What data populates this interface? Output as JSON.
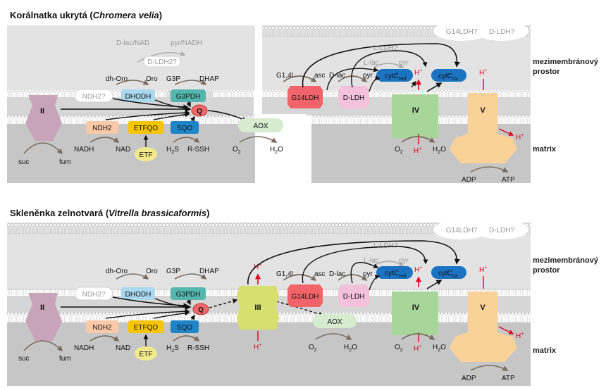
{
  "panel1": {
    "title_normal": "Korálnatka ukrytá (",
    "title_italic": "Chromera velia",
    "title_close": ")"
  },
  "panel2": {
    "title_normal": "Skleněnka zelnotvará (",
    "title_italic": "Vitrella brassicaformis",
    "title_close": ")"
  },
  "side_labels": {
    "ims_line1": "mezimembránový",
    "ims_line2": "prostor",
    "matrix": "matrix"
  },
  "complexes": {
    "ii": "II",
    "iii": "III",
    "iv": "IV",
    "v": "V"
  },
  "enzymes": {
    "ndh2q": "NDH2?",
    "dhodh": "DHODH",
    "g3pdh": "G3PDH",
    "q": "Q",
    "ndh2": "NDH2",
    "etfqo": "ETFQO",
    "sqo": "SQO",
    "etf": "ETF",
    "aox": "AOX",
    "g14ldh": "G14LDH",
    "dldh": "D-LDH",
    "cytc_red": "cytC",
    "red_sub": "red",
    "cytc_ox": "cytC",
    "ox_sub": "ox"
  },
  "metabolites": {
    "dlac_nad": "D-lac/NAD",
    "pyr_nadh": "pyr/NADH",
    "dldh2q": "D-LDH2?",
    "dh_oro": "dh-Oro",
    "oro": "Oro",
    "g3p": "G3P",
    "dhap": "DHAP",
    "suc": "suc",
    "fum": "fum",
    "nadh": "NADH",
    "nad": "NAD",
    "h2s_h": "H",
    "h2s_2": "2",
    "h2s_s": "S",
    "rssh": "R-SSH",
    "o2_o": "O",
    "o2_2": "2",
    "h2o_h": "H",
    "h2o_2": "2",
    "h2o_o": "O",
    "g14l": "G1,4L",
    "asc": "asc",
    "dlac": "D-lac",
    "pyr": "pyr",
    "lldhq": "L-LDH?",
    "llac": "L-lac",
    "g14ldhq": "G14LDH?",
    "dldhq": "D-LDH?",
    "hplus": "H",
    "plus": "+",
    "adp": "ADP",
    "atp": "ATP"
  },
  "colors": {
    "complex_ii": "#c9a3b9",
    "complex_iii": "#d7df6e",
    "complex_iv": "#a8d59a",
    "complex_v": "#fbd19a",
    "dhodh": "#a9d8ef",
    "g3pdh": "#54b6ac",
    "q": "#f0696a",
    "ndh2": "#f9c9a8",
    "etfqo": "#f6c500",
    "sqo": "#1f85c8",
    "etf": "#f3eb8b",
    "aox": "#d6ebd0",
    "g14ldh": "#f0646a",
    "dldh": "#f3c1dc",
    "cytc": "#1b73c2",
    "proton": "#e3001b"
  }
}
